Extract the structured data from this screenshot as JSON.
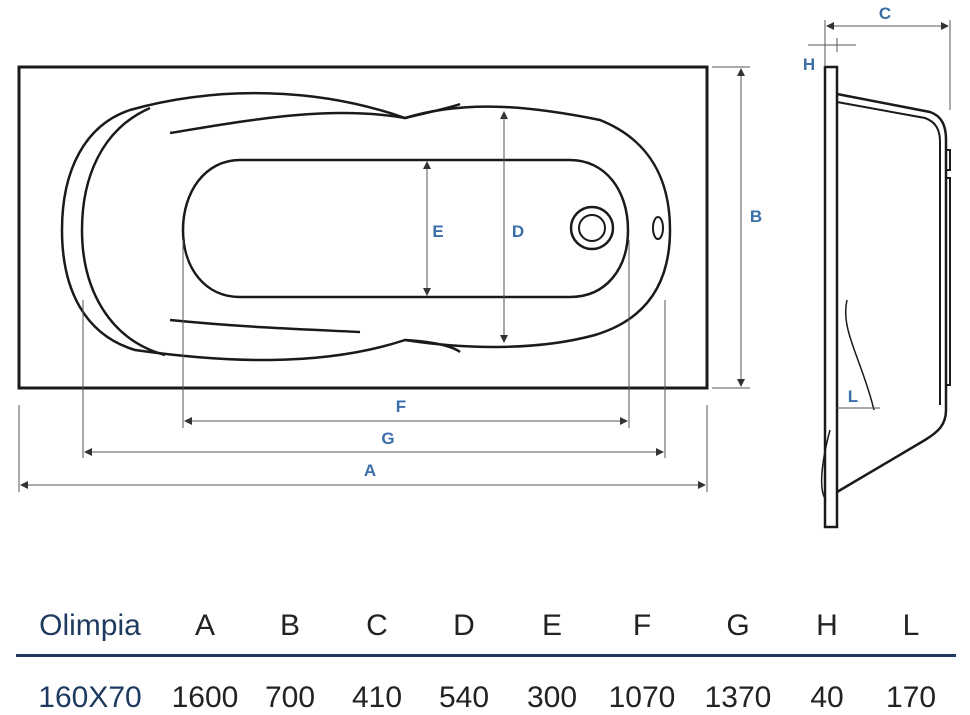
{
  "dimension_labels": {
    "A": "A",
    "B": "B",
    "C": "C",
    "D": "D",
    "E": "E",
    "F": "F",
    "G": "G",
    "H": "H",
    "L": "L"
  },
  "table": {
    "model_name": "Olimpia",
    "headers": [
      "A",
      "B",
      "C",
      "D",
      "E",
      "F",
      "G",
      "H",
      "L"
    ],
    "size": "160X70",
    "values": [
      "1600",
      "700",
      "410",
      "540",
      "300",
      "1070",
      "1370",
      "40",
      "170"
    ]
  },
  "colors": {
    "accent": "#3a6fa8",
    "title": "#1f3a5f",
    "line": "#1a1a1a"
  }
}
